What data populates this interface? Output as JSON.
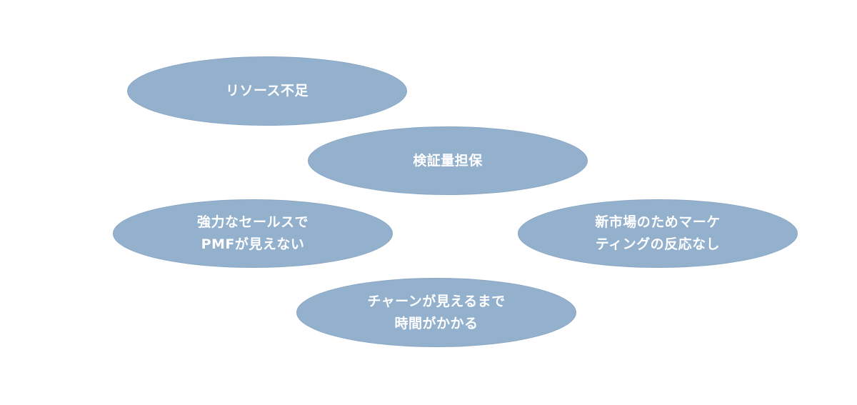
{
  "nodes": [
    {
      "label": "リソース不足"
    },
    {
      "label": "検証量担保"
    },
    {
      "label": "強力なセールスで\nPMFが見えない"
    },
    {
      "label": "新市場のためマーケ\nティングの反応なし"
    },
    {
      "label": "チャーンが見えるまで\n時間がかかる"
    }
  ],
  "colors": {
    "ellipse_fill": "#93b0cd",
    "ellipse_border": "#8aa7c4",
    "text": "#ffffff",
    "background": "#ffffff"
  }
}
